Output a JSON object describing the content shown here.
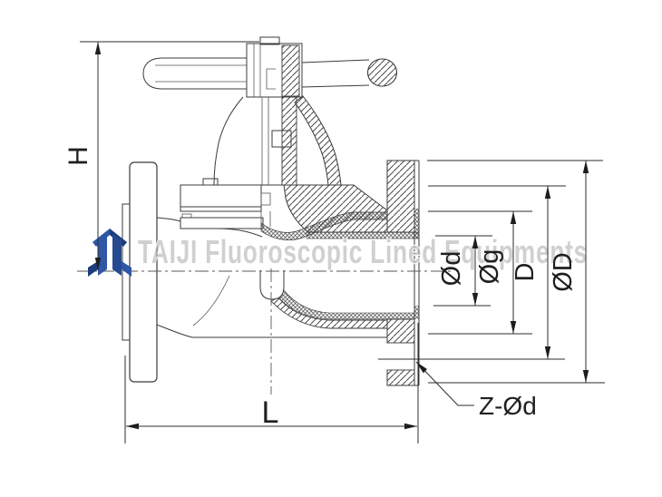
{
  "watermark": {
    "text": "TAIJI Fluoroscopic Lined Equipments"
  },
  "logo": {
    "name": "taiji-logo",
    "blue": "#2e57a6",
    "navy": "#1c3c7d"
  },
  "dimensions": {
    "height": {
      "label": "H"
    },
    "length": {
      "label": "L"
    },
    "bore": {
      "label": "Ød"
    },
    "sealing_face": {
      "label": "Øg"
    },
    "bolt_circle": {
      "label": "D"
    },
    "flange_od": {
      "label": "ØD"
    },
    "bolt_holes": {
      "label": "Z-Ød"
    }
  },
  "colors": {
    "line": "#3b3b3b",
    "watermark_gray": "#b3b3b3"
  }
}
